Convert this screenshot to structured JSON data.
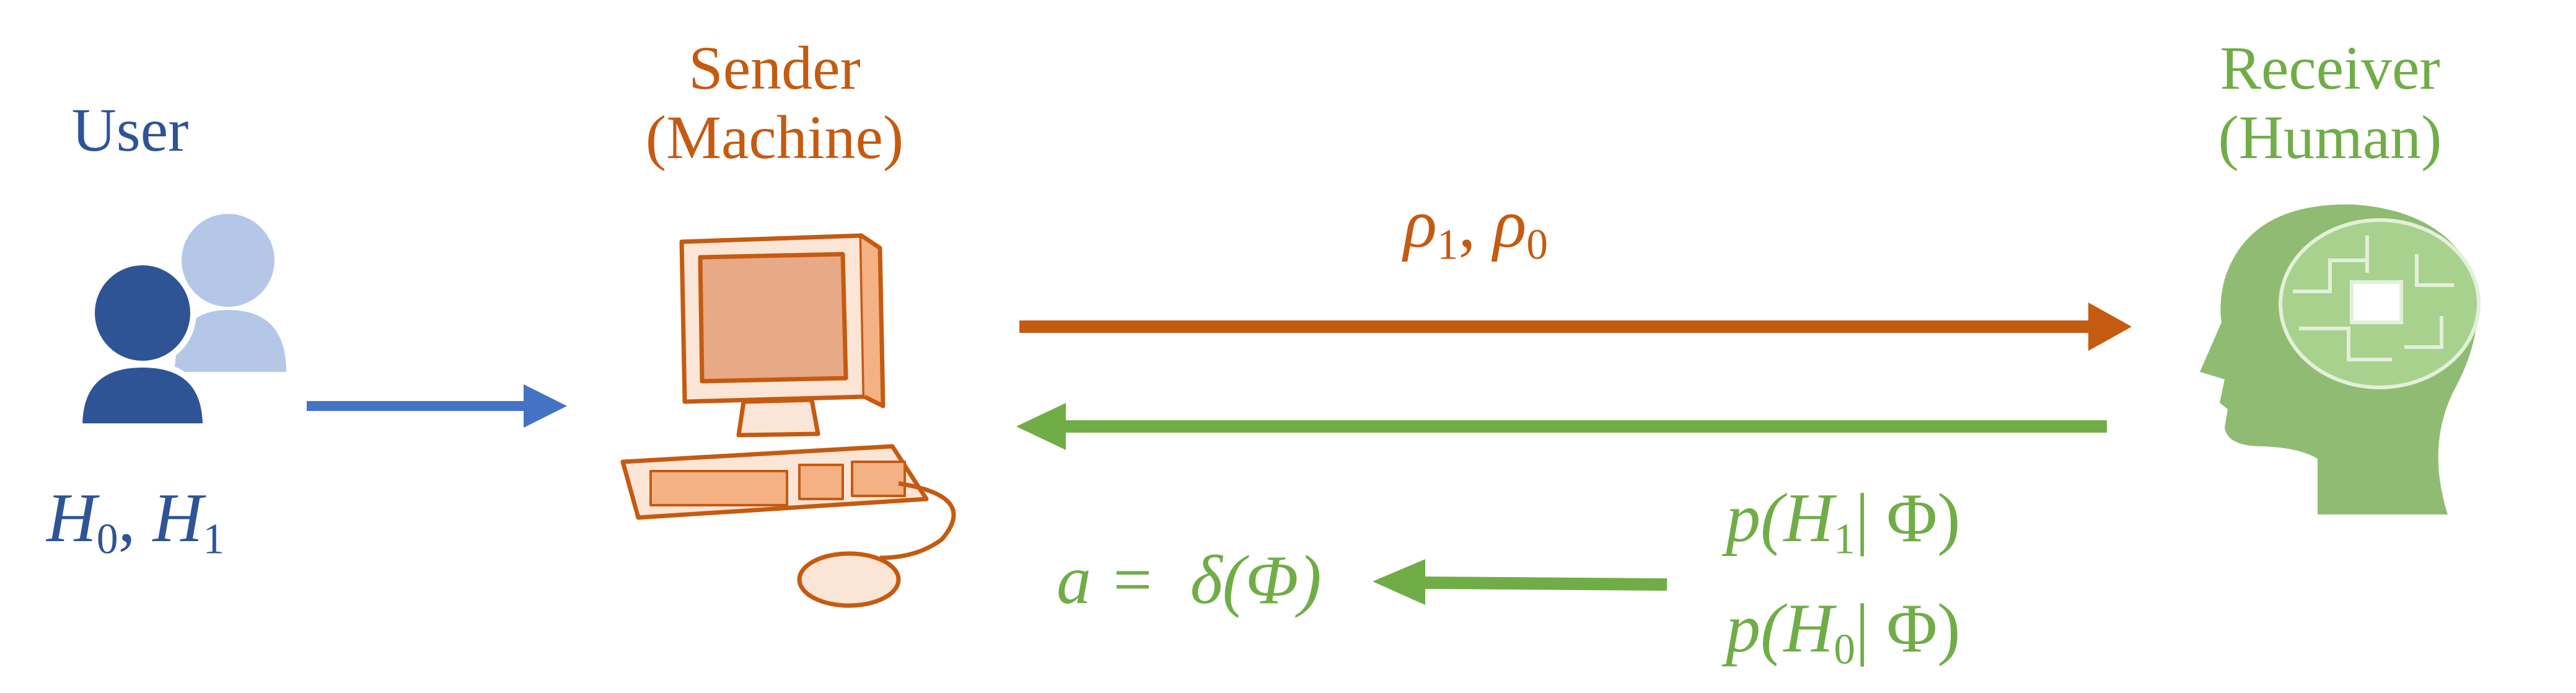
{
  "user": {
    "title": "User",
    "hypotheses": {
      "h0_base": "H",
      "h0_sub": "0",
      "sep": ", ",
      "h1_base": "H",
      "h1_sub": "1"
    }
  },
  "sender": {
    "title_line1": "Sender",
    "title_line2": "(Machine)"
  },
  "receiver": {
    "title_line1": "Receiver",
    "title_line2": "(Human)"
  },
  "forward_message": {
    "rho1_base": "ρ",
    "rho1_sub": "1",
    "sep": ", ",
    "rho0_base": "ρ",
    "rho0_sub": "0"
  },
  "posteriors": {
    "p1": {
      "pre": "p(",
      "base": "H",
      "sub": "1",
      "post": "| Φ)"
    },
    "p0": {
      "pre": "p(",
      "base": "H",
      "sub": "0",
      "post": "| Φ)"
    }
  },
  "decision": {
    "text": "a =  δ(Φ)"
  },
  "colors": {
    "user": "#2f5496",
    "user_arrow": "#4472c4",
    "sender": "#c55a11",
    "receiver": "#70ad47"
  }
}
